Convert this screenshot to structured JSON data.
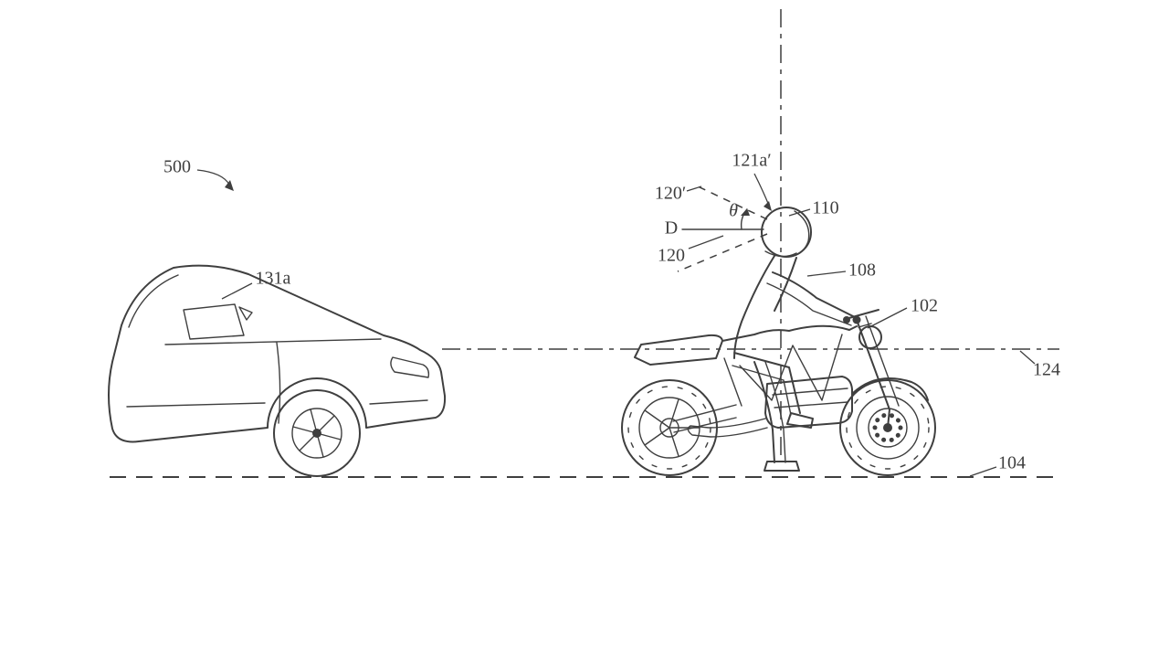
{
  "figure": {
    "type": "patent-line-drawing",
    "description": "side view of a car ahead of a motorcycle with rider, with reference numerals and sight-line geometry",
    "labels": {
      "l500": "500",
      "l131a": "131a",
      "l121a": "121a′",
      "l120p": "120′",
      "ltheta": "θ",
      "lD": "D",
      "l120": "120",
      "l110": "110",
      "l108": "108",
      "l102": "102",
      "l124": "124",
      "l104": "104"
    },
    "colors": {
      "line": "#3f3f3f",
      "background": "#ffffff"
    }
  }
}
